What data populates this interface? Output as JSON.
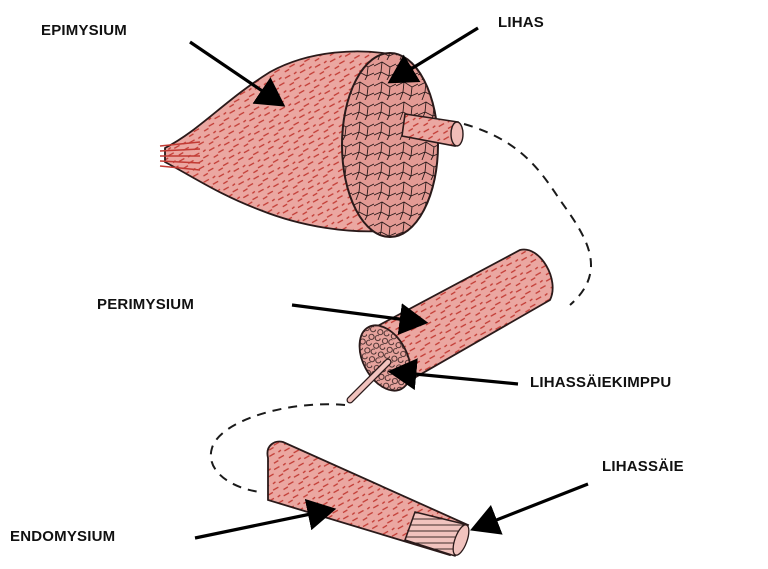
{
  "labels": {
    "epimysium": "EPIMYSIUM",
    "lihas": "LIHAS",
    "perimysium": "PERIMYSIUM",
    "lihassaiekimppu": "LIHASSÄIEKIMPPU",
    "endomysium": "ENDOMYSIUM",
    "lihassaie": "LIHASSÄIE"
  },
  "colors": {
    "tissue": "#e9a6a0",
    "tissue_dark": "#d8665e",
    "fiber_strokes": "#b8322c",
    "outline": "#2a1a1a",
    "arrow": "#000000"
  },
  "icons": {
    "arrow": "arrow-icon"
  }
}
